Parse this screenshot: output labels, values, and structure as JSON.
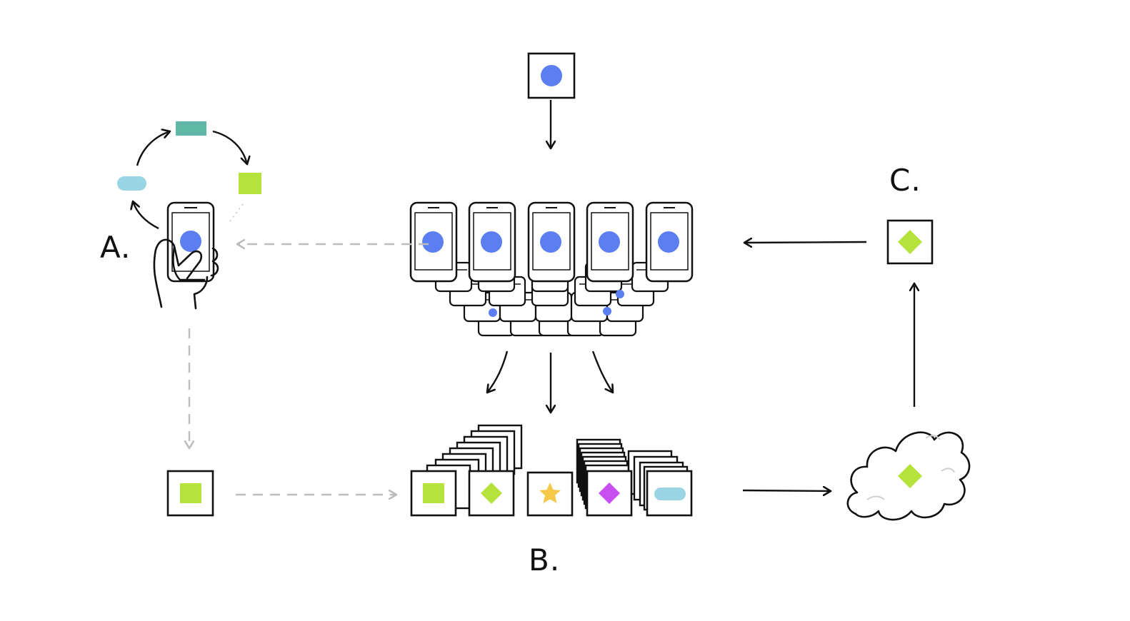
{
  "labels": {
    "a": "A.",
    "b": "B.",
    "c": "C."
  },
  "colors": {
    "blue": "#5b7ff0",
    "green": "#b5e23c",
    "teal": "#5fb8a6",
    "light_blue": "#99d5e3",
    "purple": "#c94ff0",
    "yellow": "#f6c84a",
    "stroke": "#111111",
    "dashed": "#bdbdbd"
  },
  "icons": {
    "model_card": "blue-circle-card",
    "federated_update": "green-square-card",
    "aggregated_update": "green-diamond-card",
    "cloud": "cloud-icon",
    "hand_phone": "hand-holding-phone-icon"
  }
}
